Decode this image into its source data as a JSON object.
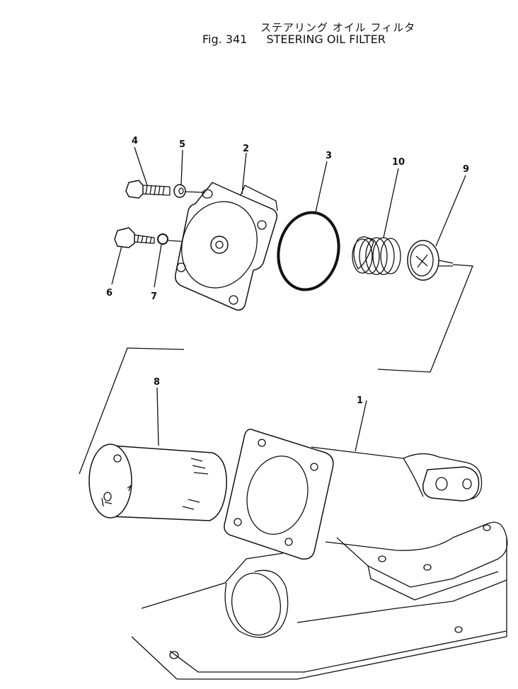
{
  "title": {
    "japanese": "ステアリング オイル フィルタ",
    "fig_label": "Fig. 341",
    "english": "STEERING OIL FILTER"
  },
  "callouts": [
    {
      "id": "c1",
      "text": "1"
    },
    {
      "id": "c2",
      "text": "2"
    },
    {
      "id": "c3",
      "text": "3"
    },
    {
      "id": "c4",
      "text": "4"
    },
    {
      "id": "c5",
      "text": "5"
    },
    {
      "id": "c6",
      "text": "6"
    },
    {
      "id": "c7",
      "text": "7"
    },
    {
      "id": "c8",
      "text": "8"
    },
    {
      "id": "c9",
      "text": "9"
    },
    {
      "id": "c10",
      "text": "10"
    }
  ]
}
